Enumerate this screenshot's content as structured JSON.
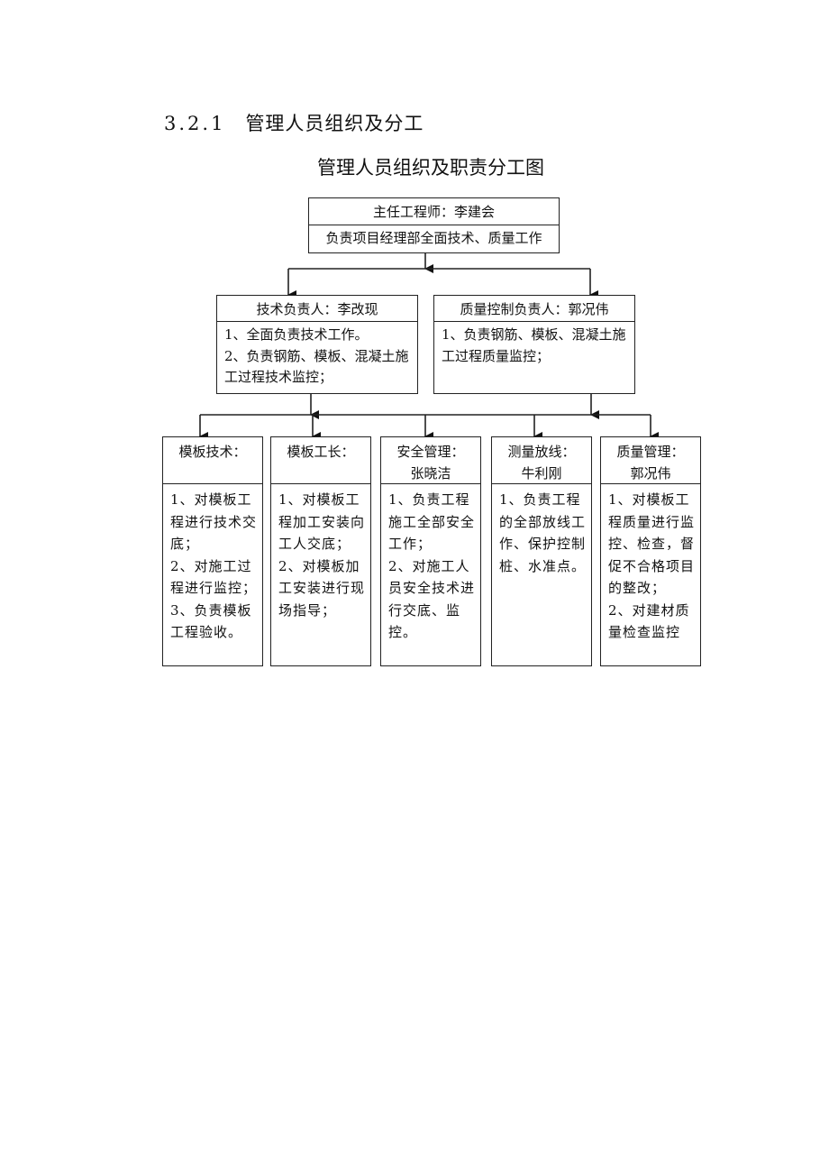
{
  "section": {
    "number": "3.2.1",
    "title": "管理人员组织及分工"
  },
  "chart_title": "管理人员组织及职责分工图",
  "org_chart": {
    "top": {
      "title": "主任工程师：李建会",
      "duty": "负责项目经理部全面技术、质量工作"
    },
    "middle": [
      {
        "title": "技术负责人：李改现",
        "duties": [
          "1、全面负责技术工作。",
          "2、负责钢筋、模板、混凝土施工过程技术监控；"
        ]
      },
      {
        "title": "质量控制负责人：郭况伟",
        "duties": [
          "1、负责钢筋、模板、混凝土施工过程质量监控；"
        ]
      }
    ],
    "bottom": [
      {
        "role": "模板技术：",
        "name": "",
        "duties": [
          "1、对模板工程进行技术交底；",
          "2、对施工过程进行监控；",
          "3、负责模板工程验收。"
        ]
      },
      {
        "role": "模板工长：",
        "name": "",
        "duties": [
          "1、对模板工程加工安装向工人交底；",
          "2、对模板加工安装进行现场指导；"
        ]
      },
      {
        "role": "安全管理：",
        "name": "张晓洁",
        "duties": [
          "1、负责工程施工全部安全工作；",
          "2、对施工人员安全技术进行交底、监控。"
        ]
      },
      {
        "role": "测量放线：",
        "name": "牛利刚",
        "duties": [
          "1、负责工程的全部放线工作、保护控制桩、水准点。"
        ]
      },
      {
        "role": "质量管理：",
        "name": "郭况伟",
        "duties": [
          "1、对模板工程质量进行监控、检查，督促不合格项目的整改；",
          "2、对建材质量检查监控"
        ]
      }
    ]
  },
  "colors": {
    "line": "#222222",
    "text": "#111111",
    "background": "#ffffff"
  }
}
